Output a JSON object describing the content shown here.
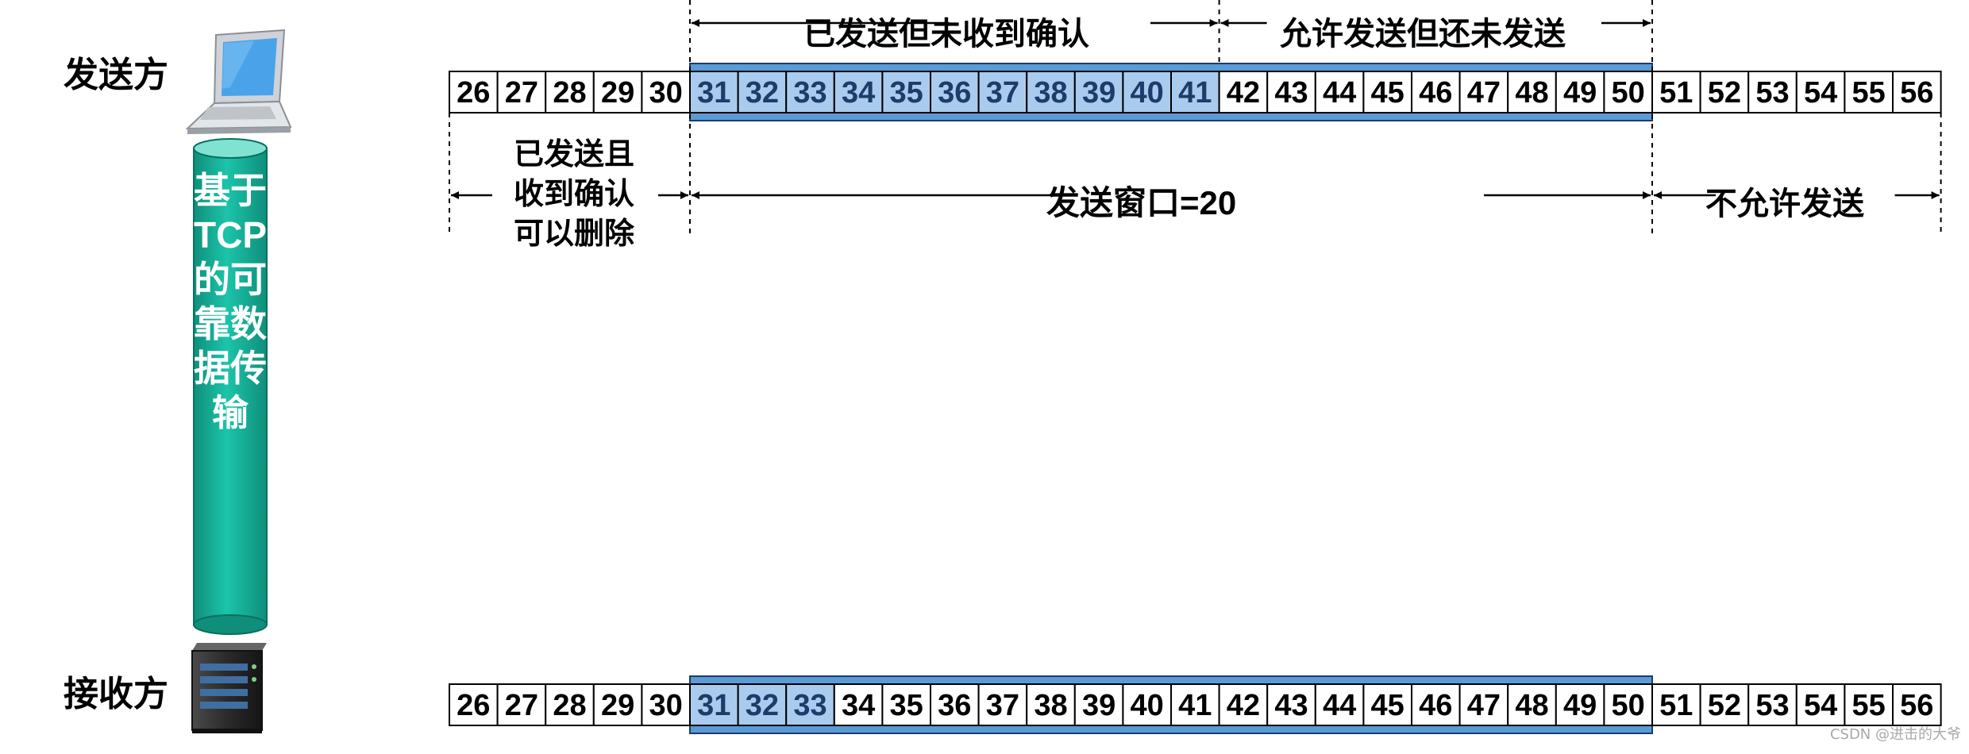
{
  "sender": {
    "label": "发送方"
  },
  "receiver": {
    "label": "接收方"
  },
  "pipe": {
    "label": "基于TCP的可靠数据传输"
  },
  "sequence_start": 26,
  "sequence_end": 56,
  "sender_buffer": {
    "sent_acked_range": [
      26,
      30
    ],
    "window_range": [
      31,
      50
    ],
    "sent_unacked_range": [
      31,
      41
    ],
    "sendable_range": [
      42,
      50
    ],
    "not_allowed_range": [
      51,
      56
    ],
    "top_labels": {
      "sent_unacked": "已发送但未收到确认",
      "sendable": "允许发送但还未发送"
    },
    "bottom_labels": {
      "sent_acked_line1": "已发送且",
      "sent_acked_line2": "收到确认",
      "sent_acked_line3": "可以删除",
      "window": "发送窗口=20",
      "not_allowed": "不允许发送"
    }
  },
  "receiver_buffer": {
    "window_range": [
      31,
      50
    ],
    "received_range": [
      31,
      33
    ]
  },
  "colors": {
    "highlight_fill": "#a9cbee",
    "window_fill": "#5b9bd5",
    "window_border": "#1f3b6a",
    "pipe_fill": "#17b29a",
    "highlight_text": "#1f3b6a"
  },
  "watermark": "CSDN @进击的大爷"
}
